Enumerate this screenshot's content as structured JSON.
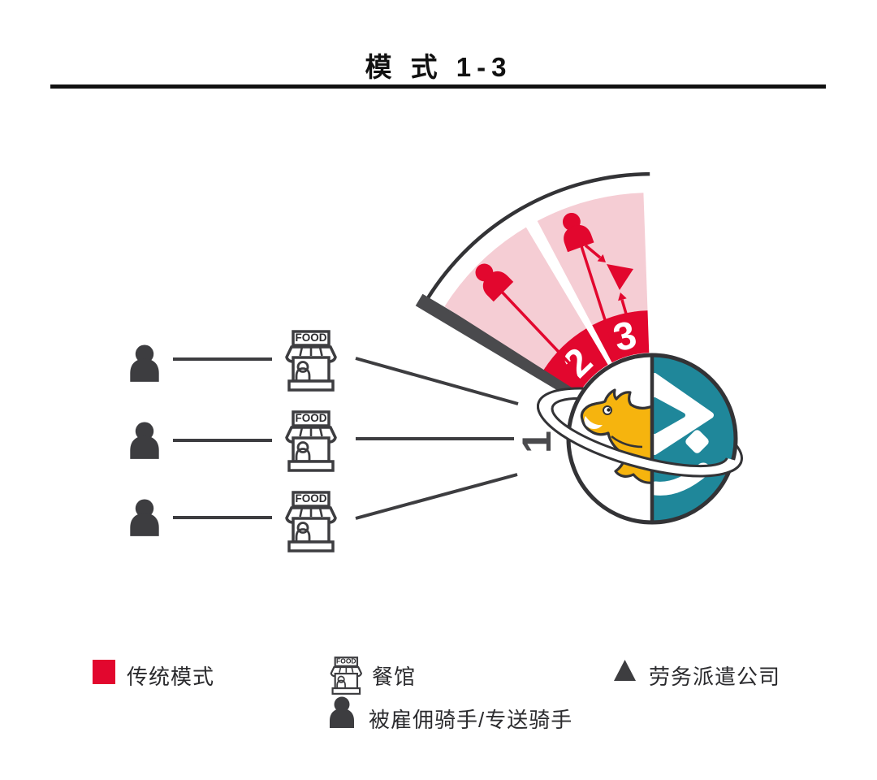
{
  "title": "模 式 1-3",
  "diagram": {
    "step1": "1",
    "step2": "2",
    "step3": "3",
    "storefront_sign": "FOOD"
  },
  "legend": {
    "traditional_mode": "传统模式",
    "restaurant": "餐馆",
    "dispatch_company": "劳务派遣公司",
    "employed_rider": "被雇佣骑手/专送骑手"
  },
  "colors": {
    "red": "#e2072e",
    "pink": "#f5cdd4",
    "teal": "#1f879a",
    "yellow": "#f6b40e",
    "dark": "#3d3d40",
    "dark2": "#4a4a4d",
    "outline": "#333336",
    "black": "#111111"
  }
}
